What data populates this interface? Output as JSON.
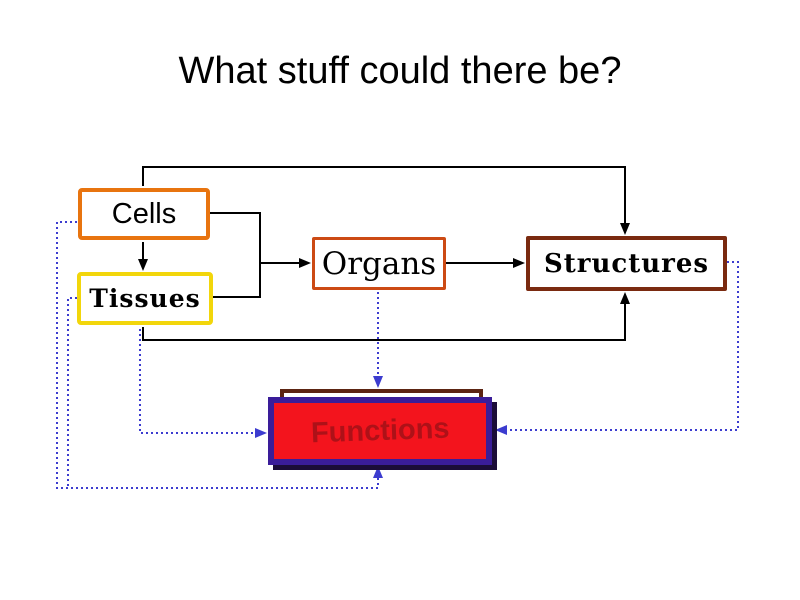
{
  "title": "What stuff could there be?",
  "nodes": {
    "cells": {
      "label": "Cells",
      "border_color": "#e8740f"
    },
    "tissues": {
      "label": "Tissues",
      "border_color": "#f2d60b"
    },
    "organs": {
      "label": "Organs",
      "border_color": "#cc4a14"
    },
    "structures": {
      "label": "Structures",
      "border_color": "#7a2a10"
    },
    "functions": {
      "label": "Functions",
      "fill_color": "#f3141d",
      "border_color": "#3a1d99",
      "back_border_color": "#5c2412",
      "text_color": "#ae1118"
    }
  },
  "edges": {
    "solid_color": "#000000",
    "dotted_color": "#3c3ccf",
    "solid": [
      {
        "from": "Cells",
        "to": "Structures"
      },
      {
        "from": "Cells",
        "to": "Tissues"
      },
      {
        "from": "Cells",
        "to": "Organs"
      },
      {
        "from": "Tissues",
        "to": "Organs"
      },
      {
        "from": "Organs",
        "to": "Structures"
      },
      {
        "from": "Tissues",
        "to": "Structures"
      }
    ],
    "dotted": [
      {
        "from": "Organs",
        "to": "Functions"
      },
      {
        "from": "Structures",
        "to": "Functions"
      },
      {
        "from": "Tissues",
        "to": "Functions"
      },
      {
        "from": "Cells",
        "to": "Functions"
      }
    ]
  }
}
